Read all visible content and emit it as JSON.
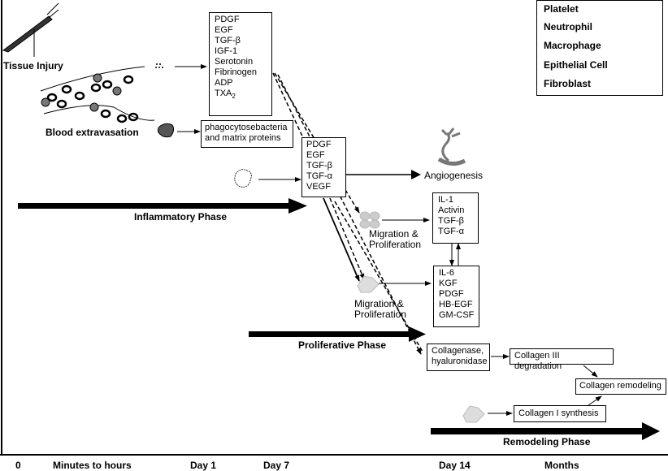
{
  "diagram": {
    "title_events": {
      "tissue_injury": "Tissue Injury",
      "blood_extravasation": "Blood extravasation",
      "angiogenesis": "Angiogenesis",
      "migration_epithelial": [
        "Migration &",
        "Proliferation"
      ],
      "migration_fibroblast": [
        "Migration &",
        "Proliferation"
      ]
    },
    "boxes": {
      "platelet_factors": [
        "PDGF",
        "EGF",
        "TGF-β",
        "IGF-1",
        "Serotonin",
        "Fibrinogen",
        "ADP",
        "TXA"
      ],
      "platelet_factors_last_sub": "2",
      "neutrophil_action": [
        "phagocytosebacteria",
        "and matrix proteins"
      ],
      "macrophage_factors": [
        "PDGF",
        "EGF",
        "TGF-β",
        "TGF-α",
        "VEGF"
      ],
      "epithelial_factors": [
        "IL-1",
        "Activin",
        "TGF-β",
        "TGF-α"
      ],
      "fibroblast_factors": [
        "IL-6",
        "KGF",
        "PDGF",
        "HB-EGF",
        "GM-CSF"
      ],
      "collagenase": [
        "Collagenase,",
        "hyaluronidase"
      ],
      "collagen_iii": "Collagen III degradation",
      "collagen_remodeling": "Collagen remodeling",
      "collagen_i": "Collagen I synthesis"
    },
    "phases": {
      "inflammatory": "Inflammatory Phase",
      "proliferative": "Proliferative Phase",
      "remodeling": "Remodeling Phase"
    },
    "timeline": [
      "0",
      "Minutes to hours",
      "Day 1",
      "Day 7",
      "Day 14",
      "Months"
    ],
    "legend": [
      {
        "label": "Platelet",
        "icon": "platelet-icon"
      },
      {
        "label": "Neutrophil",
        "icon": "neutrophil-icon"
      },
      {
        "label": "Macrophage",
        "icon": "macrophage-icon"
      },
      {
        "label": "Epithelial Cell",
        "icon": "epithelial-cell-icon"
      },
      {
        "label": "Fibroblast",
        "icon": "fibroblast-icon"
      }
    ]
  }
}
